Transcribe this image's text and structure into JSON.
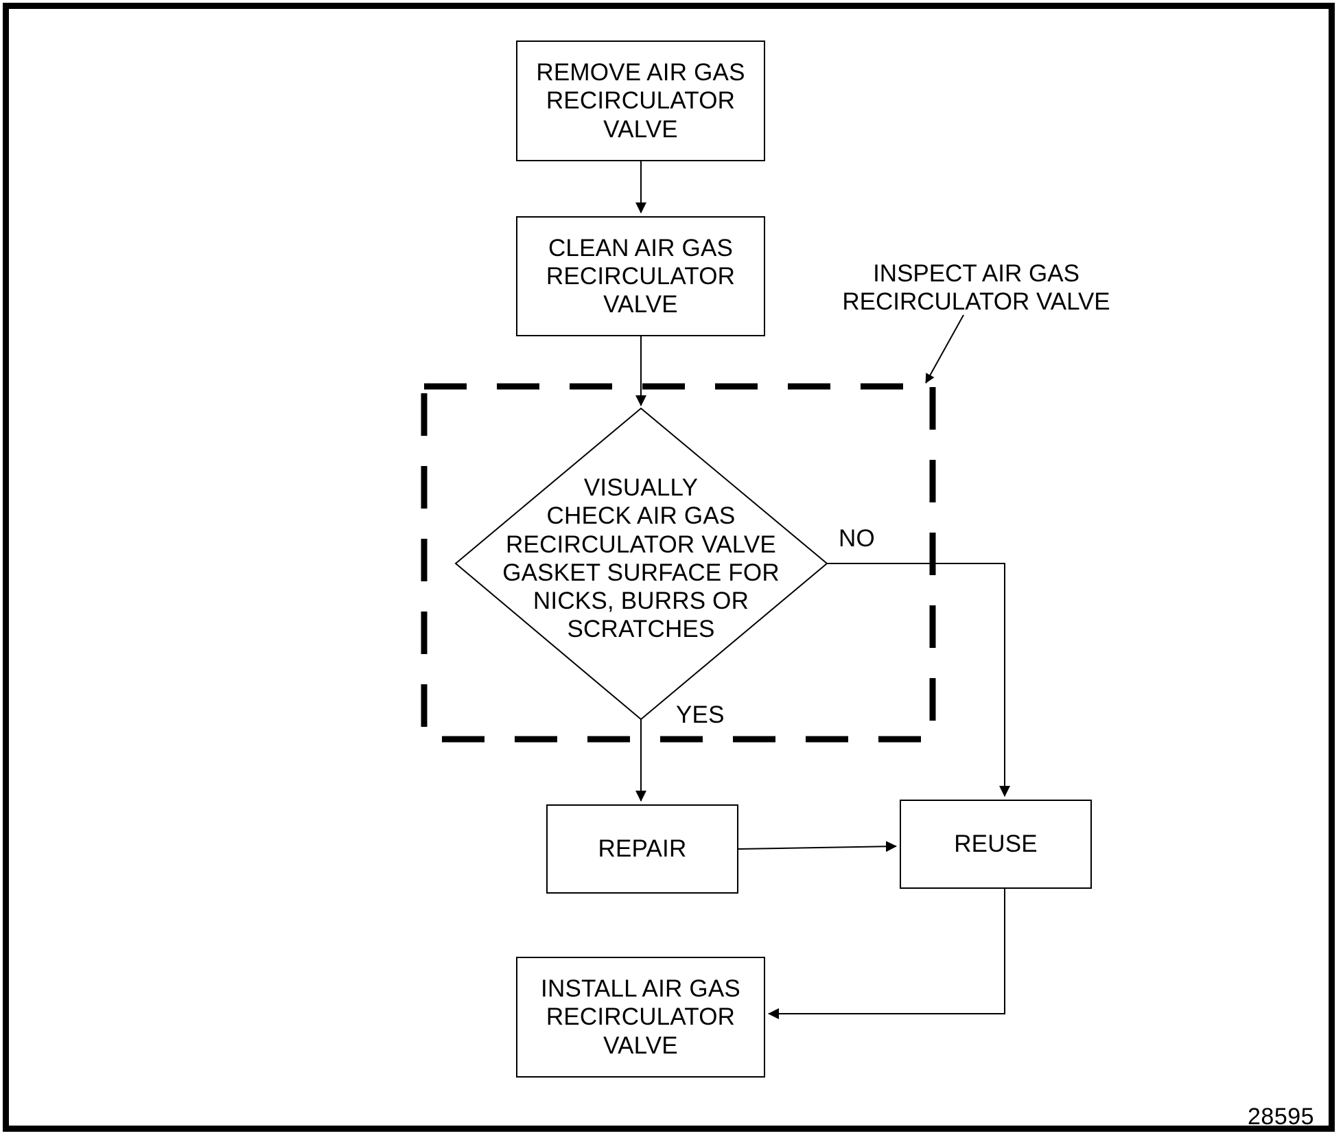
{
  "page": {
    "background": "#ffffff",
    "line_color": "#000000",
    "figure_id": "28595"
  },
  "chart_data": {
    "type": "diagram",
    "subtype": "flowchart",
    "title": "",
    "nodes": [
      {
        "id": "remove",
        "shape": "process",
        "text": "REMOVE AIR GAS\nRECIRCULATOR\nVALVE"
      },
      {
        "id": "clean",
        "shape": "process",
        "text": "CLEAN AIR GAS\nRECIRCULATOR\nVALVE"
      },
      {
        "id": "check",
        "shape": "decision",
        "text": "VISUALLY\nCHECK AIR GAS\nRECIRCULATOR VALVE\nGASKET SURFACE FOR\nNICKS, BURRS OR\nSCRATCHES"
      },
      {
        "id": "repair",
        "shape": "process",
        "text": "REPAIR"
      },
      {
        "id": "reuse",
        "shape": "process",
        "text": "REUSE"
      },
      {
        "id": "install",
        "shape": "process",
        "text": "INSTALL AIR GAS\nRECIRCULATOR\nVALVE"
      }
    ],
    "edges": [
      {
        "from": "remove",
        "to": "clean",
        "label": ""
      },
      {
        "from": "clean",
        "to": "check",
        "label": ""
      },
      {
        "from": "check",
        "to": "repair",
        "label": "YES"
      },
      {
        "from": "check",
        "to": "reuse",
        "label": "NO"
      },
      {
        "from": "repair",
        "to": "reuse",
        "label": ""
      },
      {
        "from": "reuse",
        "to": "install",
        "label": ""
      }
    ],
    "groups": [
      {
        "id": "inspect-group",
        "style": "dashed",
        "callout": "INSPECT AIR GAS\nRECIRCULATOR VALVE",
        "contains": [
          "check"
        ]
      }
    ]
  },
  "boxes": {
    "remove": "REMOVE AIR GAS\nRECIRCULATOR\nVALVE",
    "clean": "CLEAN AIR GAS\nRECIRCULATOR\nVALVE",
    "repair": "REPAIR",
    "reuse": "REUSE",
    "install": "INSTALL AIR GAS\nRECIRCULATOR\nVALVE"
  },
  "decision": {
    "text": "VISUALLY\nCHECK AIR GAS\nRECIRCULATOR VALVE\nGASKET SURFACE FOR\nNICKS, BURRS OR\nSCRATCHES"
  },
  "labels": {
    "inspect_callout": "INSPECT AIR GAS\nRECIRCULATOR VALVE",
    "branch_no": "NO",
    "branch_yes": "YES"
  },
  "footer": {
    "figure_id": "28595"
  }
}
